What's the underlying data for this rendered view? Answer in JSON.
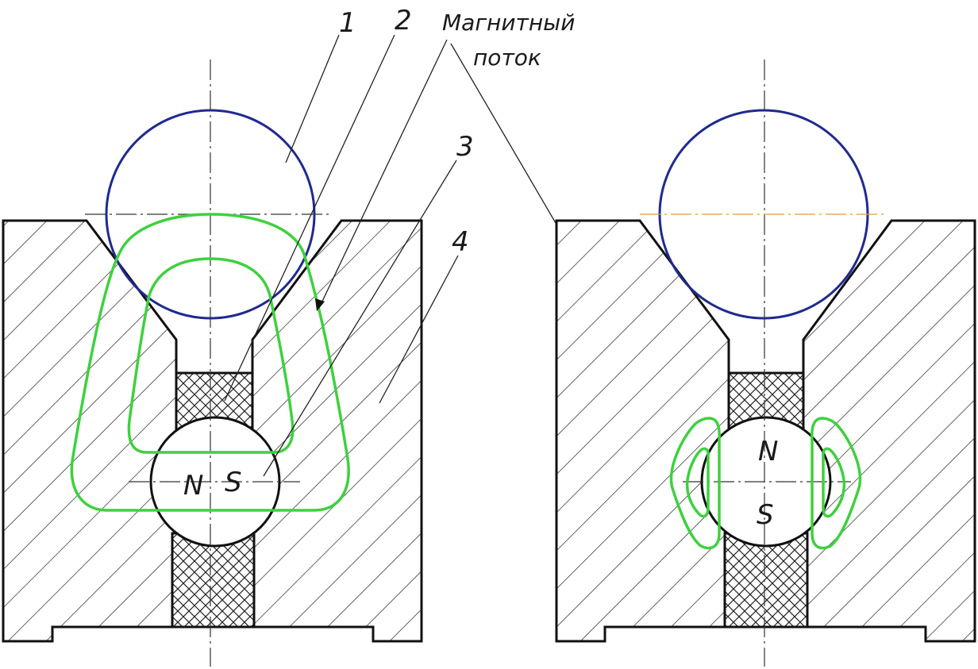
{
  "labels": {
    "part1": "1",
    "part2": "2",
    "part3": "3",
    "part4": "4",
    "flux_line1": "Магнитный",
    "flux_line2": "поток",
    "pole_n": "N",
    "pole_s": "S"
  },
  "colors": {
    "ball_outline": "#1f2a8f",
    "flux": "#3ed13e",
    "body_outline": "#111111",
    "axis_top": "#e39b3c"
  }
}
